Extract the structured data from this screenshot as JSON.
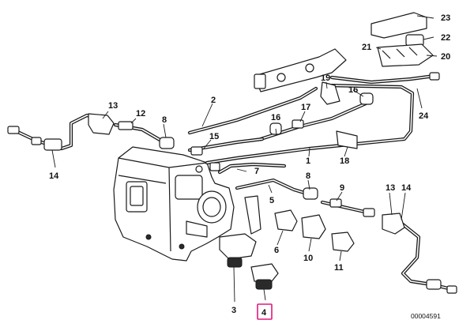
{
  "diagram": {
    "document_number": "00004591",
    "highlight_color": "#e0197d",
    "highlighted_label": "4",
    "labels": [
      {
        "id": "l1",
        "text": "1"
      },
      {
        "id": "l2",
        "text": "2"
      },
      {
        "id": "l3",
        "text": "3"
      },
      {
        "id": "l4",
        "text": "4"
      },
      {
        "id": "l5",
        "text": "5"
      },
      {
        "id": "l6",
        "text": "6"
      },
      {
        "id": "l7",
        "text": "7"
      },
      {
        "id": "l8a",
        "text": "8"
      },
      {
        "id": "l8b",
        "text": "8"
      },
      {
        "id": "l9",
        "text": "9"
      },
      {
        "id": "l10",
        "text": "10"
      },
      {
        "id": "l11",
        "text": "11"
      },
      {
        "id": "l12",
        "text": "12"
      },
      {
        "id": "l13a",
        "text": "13"
      },
      {
        "id": "l13b",
        "text": "13"
      },
      {
        "id": "l14a",
        "text": "14"
      },
      {
        "id": "l14b",
        "text": "14"
      },
      {
        "id": "l15",
        "text": "15"
      },
      {
        "id": "l16a",
        "text": "16"
      },
      {
        "id": "l16b",
        "text": "16"
      },
      {
        "id": "l17",
        "text": "17"
      },
      {
        "id": "l18",
        "text": "18"
      },
      {
        "id": "l19",
        "text": "19"
      },
      {
        "id": "l20",
        "text": "20"
      },
      {
        "id": "l21",
        "text": "21"
      },
      {
        "id": "l22",
        "text": "22"
      },
      {
        "id": "l23",
        "text": "23"
      },
      {
        "id": "l24",
        "text": "24"
      }
    ]
  }
}
